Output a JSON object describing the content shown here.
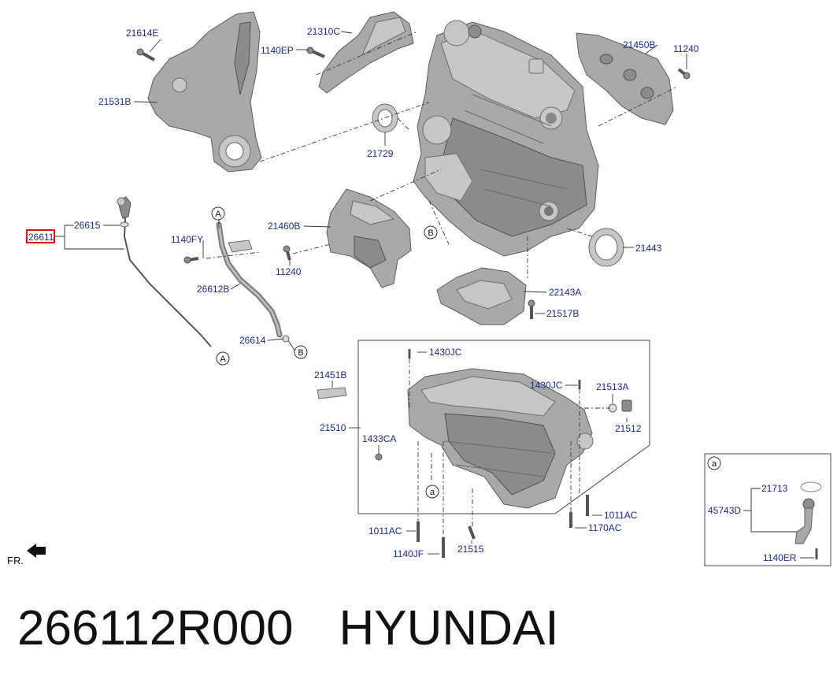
{
  "callouts": {
    "c21614E": "21614E",
    "c21531B": "21531B",
    "c21310C": "21310C",
    "c1140EP": "1140EP",
    "c21729": "21729",
    "c21450B": "21450B",
    "c11240a": "11240",
    "c26615": "26615",
    "c26611": "26611",
    "c1140FY": "1140FY",
    "c26612B": "26612B",
    "c26614": "26614",
    "c21460B": "21460B",
    "c11240b": "11240",
    "c21443": "21443",
    "c22143A": "22143A",
    "c21517B": "21517B",
    "c1430JC_a": "1430JC",
    "c1430JC_b": "1430JC",
    "c21451B": "21451B",
    "c21510": "21510",
    "c1433CA": "1433CA",
    "c21513A": "21513A",
    "c21512": "21512",
    "c1011AC_a": "1011AC",
    "c1011AC_b": "1011AC",
    "c1170AC": "1170AC",
    "c1140JF": "1140JF",
    "c21515": "21515",
    "c21713": "21713",
    "c45743D": "45743D",
    "c1140ER": "1140ER"
  },
  "markers": {
    "A": "A",
    "B": "B",
    "a": "a"
  },
  "direction_label": "FR.",
  "footer": {
    "part_number": "266112R000",
    "brand": "HYUNDAI"
  },
  "colors": {
    "callout_text": "#1a2a8c",
    "highlight": "#dd1111",
    "part_fill": "#a9a9a9"
  }
}
